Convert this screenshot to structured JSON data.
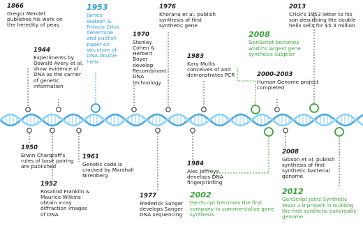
{
  "colors": {
    "normal": "#1f1f1f",
    "blue": "#2e9bd6",
    "green": "#3aa53a",
    "helix_a": "#4aa8e0",
    "helix_b": "#8fd0f2",
    "connector": "#555555"
  },
  "events_above": [
    {
      "id": "1866",
      "year": "1866",
      "text": "Gregor Mendel publishes his work on the heredity of peas",
      "style": "normal"
    },
    {
      "id": "1944",
      "year": "1944",
      "text": "Experiments by Oswald Avery et al. show evidence of DNA as the carrier of genetic information",
      "style": "normal"
    },
    {
      "id": "1953",
      "year": "1953",
      "text": "James Watson & Francis Crick determine and publish paper on structure of DNA double helix",
      "style": "blue"
    },
    {
      "id": "1970",
      "year": "1970",
      "text": "Stanley Cohen & Herbert Boyer develop Recombinant DNA technology",
      "style": "normal"
    },
    {
      "id": "1976",
      "year": "1976",
      "text": "Khorana et al. publish synthesis of first synthetic gene",
      "style": "normal"
    },
    {
      "id": "1983",
      "year": "1983",
      "text": "Kary Mullis conceives of and demonstrates PCR",
      "style": "normal"
    },
    {
      "id": "2008a",
      "year": "2008",
      "text": "GenScript becomes world's largest gene synthesis supplier",
      "style": "green"
    },
    {
      "id": "2000",
      "year": "2000-2003",
      "text": "Human Genome project completed",
      "style": "normal"
    },
    {
      "id": "2013",
      "year": "2013",
      "text": "Crick's 1953 letter to his son describing the double helix sells for $5.3 million",
      "style": "normal"
    }
  ],
  "events_below": [
    {
      "id": "1950",
      "year": "1950",
      "text": "Erwin Chargraff's rules of base pairing are published",
      "style": "normal"
    },
    {
      "id": "1952",
      "year": "1952",
      "text": "Rosalind Franklin & Maurice Wilkins obtain x-ray diffraction images of DNA",
      "style": "normal"
    },
    {
      "id": "1961",
      "year": "1961",
      "text": "Genetic code is cracked by Marshall Nirenberg",
      "style": "normal"
    },
    {
      "id": "1977",
      "year": "1977",
      "text": "Frederick Sanger develops Sanger DNA sequencing",
      "style": "normal"
    },
    {
      "id": "1984",
      "year": "1984",
      "text": "Alec Jeffreys develops DNA fingerprinting",
      "style": "normal"
    },
    {
      "id": "2002",
      "year": "2002",
      "text": "GenScript becomes the first company to commercialize gene synthesis",
      "style": "green"
    },
    {
      "id": "2008b",
      "year": "2008",
      "text": "Gibson et al. publish synthesis of first synthetic bacterial genome",
      "style": "normal"
    },
    {
      "id": "2012",
      "year": "2012",
      "text": "GenScript joins Synthetic Yeast 2.0 project in building the first synthetic eukaryotic genome",
      "style": "green"
    }
  ]
}
